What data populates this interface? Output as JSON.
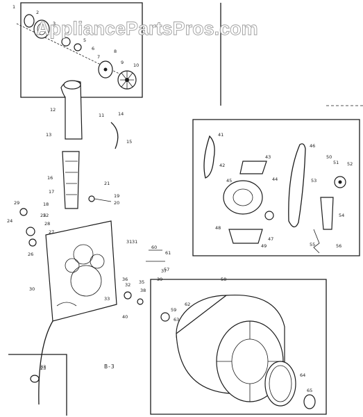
{
  "watermark": "AppliancePartsPros.com",
  "caption": "B-3",
  "part_labels": {
    "top": [
      "1",
      "2",
      "3",
      "4",
      "5",
      "6",
      "7",
      "8",
      "9",
      "10"
    ],
    "duct": [
      "11",
      "12",
      "13",
      "14",
      "15"
    ],
    "filter": [
      "16",
      "17",
      "18",
      "19",
      "20",
      "21",
      "22"
    ],
    "bulkhead": [
      "23",
      "24",
      "25",
      "26",
      "27",
      "28",
      "29",
      "30",
      "31"
    ],
    "motor_panel": [
      "41",
      "42",
      "43",
      "44",
      "45",
      "46",
      "47",
      "48",
      "49",
      "50",
      "51",
      "52",
      "53",
      "54",
      "55",
      "56"
    ],
    "drum": [
      "31",
      "32",
      "33",
      "35",
      "36",
      "37",
      "38",
      "39",
      "40",
      "57",
      "58",
      "59",
      "60",
      "61",
      "62",
      "63",
      "64",
      "65"
    ],
    "inset": [
      "33"
    ]
  }
}
